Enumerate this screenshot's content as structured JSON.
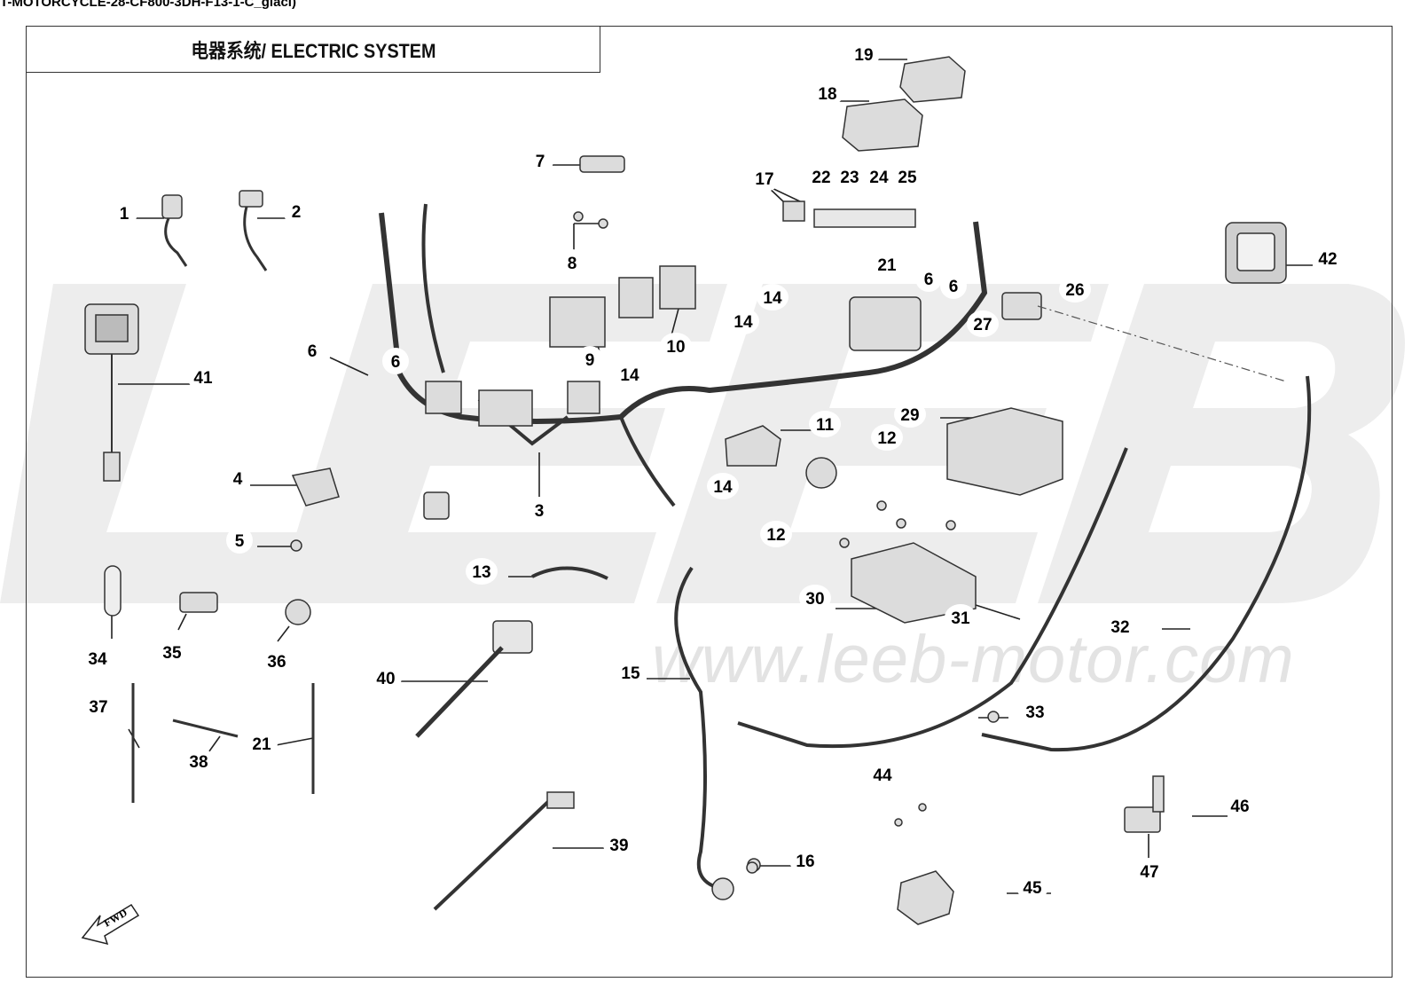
{
  "caption": "T-MOTORCYCLE-28-CF800-3DH-F13-1-C_glaci)",
  "title": "电器系统/ ELECTRIC SYSTEM",
  "watermark": {
    "brand": "LEEB",
    "url": "www.leeb-motor.com",
    "color": "#e3e3e3"
  },
  "fwd_label": "FWD",
  "parts": [
    "1",
    "2",
    "3",
    "4",
    "5",
    "6",
    "6",
    "6",
    "6",
    "7",
    "8",
    "9",
    "10",
    "11",
    "12",
    "12",
    "13",
    "14",
    "14",
    "14",
    "14",
    "15",
    "16",
    "17",
    "18",
    "19",
    "21",
    "21",
    "22",
    "23",
    "24",
    "25",
    "26",
    "27",
    "29",
    "30",
    "31",
    "32",
    "33",
    "34",
    "35",
    "36",
    "37",
    "38",
    "39",
    "40",
    "41",
    "42",
    "44",
    "45",
    "46",
    "47"
  ]
}
